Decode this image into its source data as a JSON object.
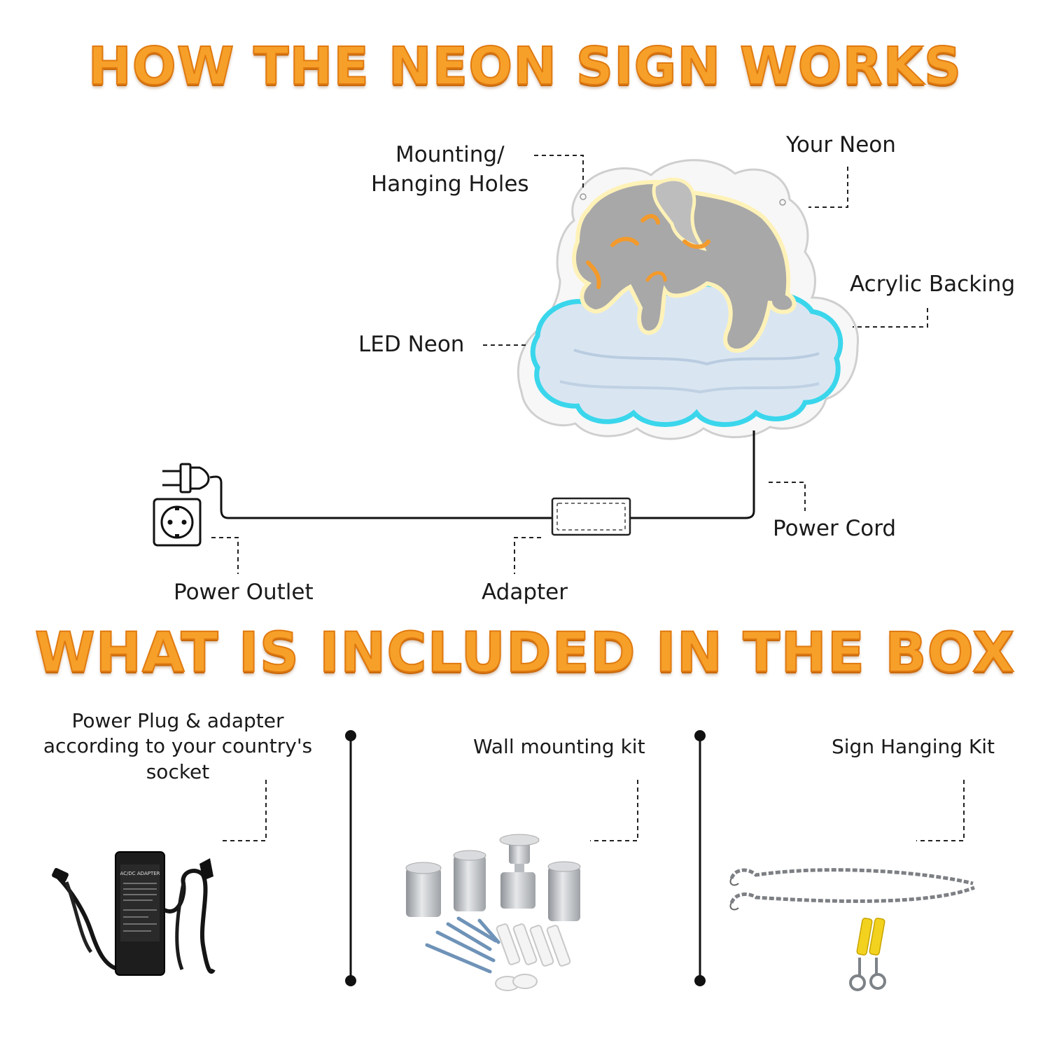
{
  "headings": {
    "how_it_works": "HOW THE NEON SIGN WORKS",
    "included": "WHAT IS INCLUDED IN THE BOX"
  },
  "diagram_labels": {
    "mounting_line1": "Mounting/",
    "mounting_line2": "Hanging Holes",
    "your_neon": "Your Neon",
    "acrylic_backing": "Acrylic Backing",
    "led_neon": "LED Neon",
    "power_cord": "Power Cord",
    "power_outlet": "Power Outlet",
    "adapter": "Adapter"
  },
  "box_items": {
    "plug_line1": "Power Plug & adapter",
    "plug_line2": "according to your country's",
    "plug_line3": "socket",
    "wall_kit": "Wall mounting kit",
    "hanging_kit": "Sign Hanging Kit"
  },
  "adapter_print": "AC/DC ADAPTER",
  "colors": {
    "heading_fill": "#f6a02a",
    "heading_stroke": "#e07a10",
    "neon_warm": "#fff3b8",
    "neon_cyan": "#38d8ee",
    "neon_orange": "#f39a2c",
    "elephant_gray": "#a9a9a9",
    "cloud": "#d6e4f1"
  }
}
